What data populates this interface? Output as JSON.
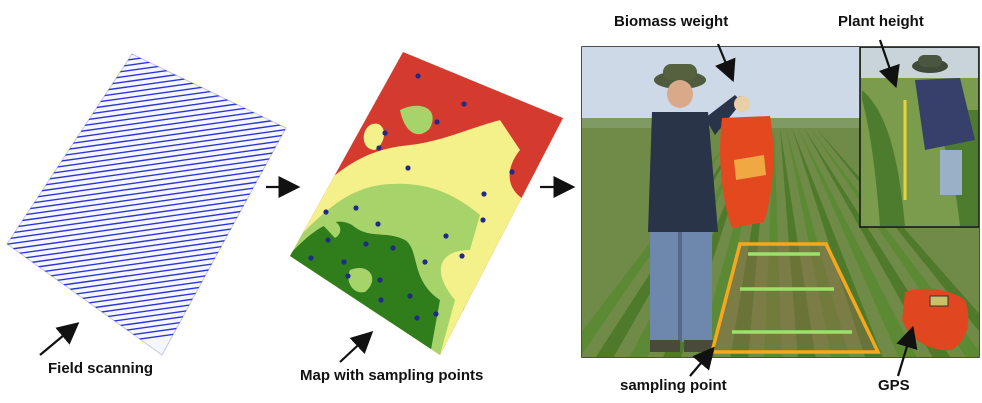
{
  "labels": {
    "field_scanning": "Field scanning",
    "map_sampling": "Map with sampling points",
    "biomass_weight": "Biomass weight",
    "plant_height": "Plant height",
    "sampling_point": "sampling point",
    "gps": "GPS"
  },
  "colors": {
    "scan_lines": "#2b35d8",
    "zone_high": "#d53a2e",
    "zone_mid": "#f4f08a",
    "zone_light_green": "#a7d36b",
    "zone_dark_green": "#2f7d1b",
    "sample_point": "#1f2a8a",
    "sampling_frame": "#f5a81c",
    "sampling_bars": "#9be26b",
    "gps_device": "#e0461f"
  }
}
